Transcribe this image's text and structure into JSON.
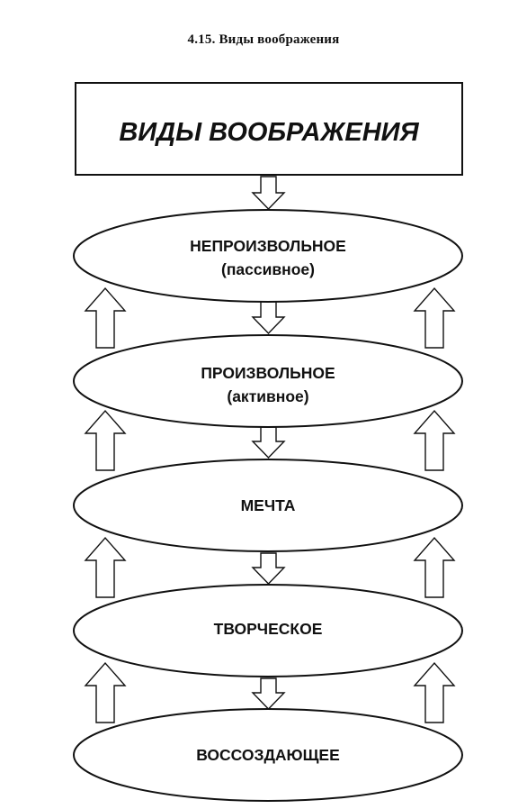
{
  "caption": "4.15. Виды воображения",
  "title": "ВИДЫ ВООБРАЖЕНИЯ",
  "nodes": [
    {
      "line1": "НЕПРОИЗВОЛЬНОЕ",
      "line2": "(пассивное)"
    },
    {
      "line1": "ПРОИЗВОЛЬНОЕ",
      "line2": "(активное)"
    },
    {
      "line1": "МЕЧТА",
      "line2": ""
    },
    {
      "line1": "ТВОРЧЕСКОЕ",
      "line2": ""
    },
    {
      "line1": "ВОССОЗДАЮЩЕЕ",
      "line2": ""
    }
  ]
}
